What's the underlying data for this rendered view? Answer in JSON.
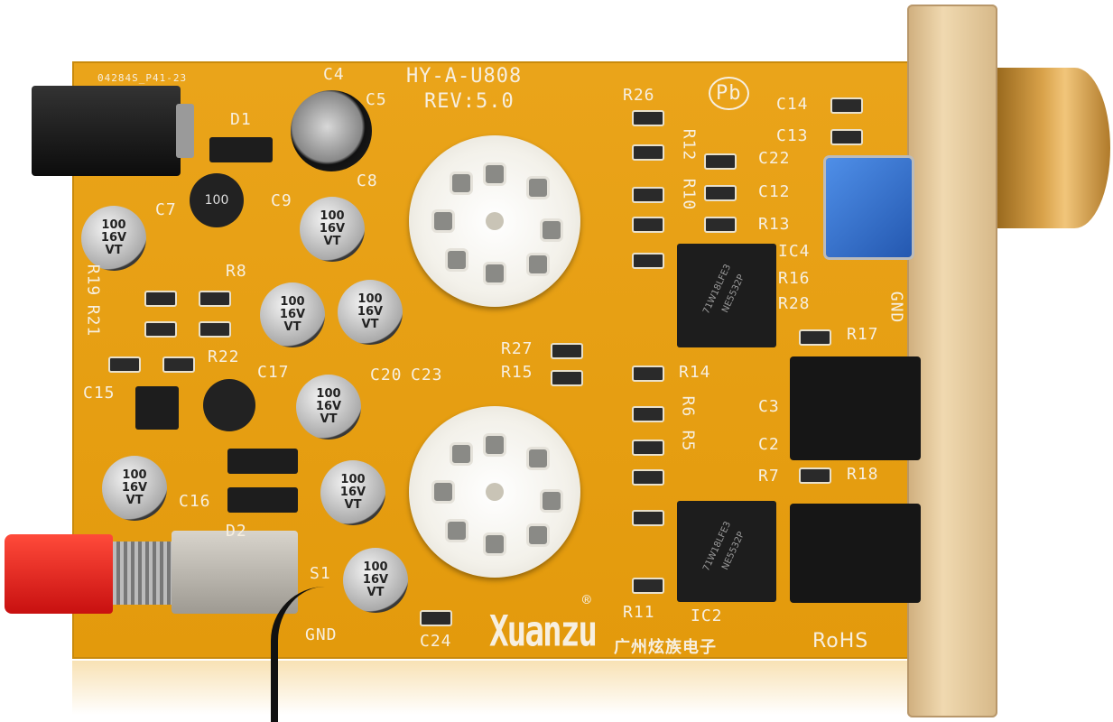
{
  "board": {
    "part_number": "04284S_P41-23",
    "model": "HY-A-U808",
    "revision": "REV:5.0",
    "brand_logo": "Xuanzu",
    "brand_mark": "®",
    "company_cn": "广州炫族电子",
    "rohs": "RoHS",
    "lead_free_mark": "Pb",
    "colors": {
      "pcb": "#e8a010",
      "silkscreen": "#f7efe0",
      "bracket": "#e6cda0",
      "knob": "#d9a24a",
      "button": "#e01818",
      "pot": "#2f6fd0"
    }
  },
  "silkscreen": [
    "C4",
    "C5",
    "D1",
    "C7",
    "C8",
    "C9",
    "R8",
    "R19",
    "R21",
    "R22",
    "C15",
    "C16",
    "C17",
    "C20",
    "C23",
    "R27",
    "R15",
    "R26",
    "R12",
    "R10",
    "C22",
    "C12",
    "R13",
    "IC4",
    "R16",
    "R28",
    "GND",
    "R17",
    "C14",
    "C13",
    "R14",
    "R6",
    "R5",
    "C3",
    "C2",
    "R7",
    "R18",
    "R11",
    "IC2",
    "C24",
    "S1",
    "GND",
    "D2"
  ],
  "components": {
    "capacitor_label": [
      "100",
      "16V",
      "VT"
    ],
    "inductor_label": "100",
    "ic_label": "NE5532P",
    "ic_code": "71W18LFE3"
  }
}
